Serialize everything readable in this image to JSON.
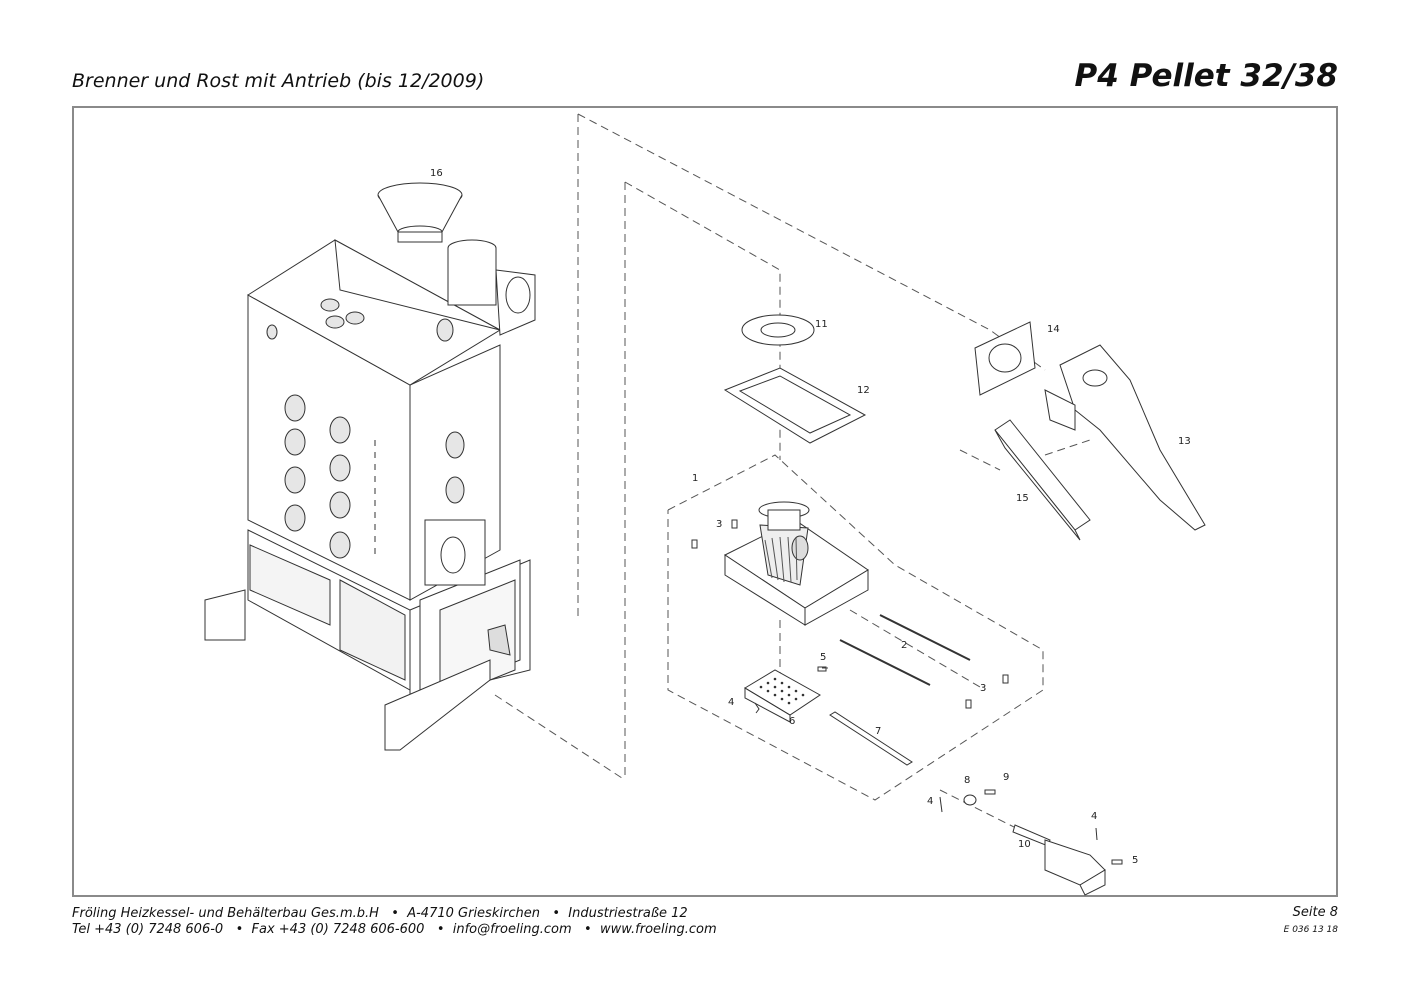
{
  "header": {
    "subtitle": "Brenner und Rost mit Antrieb (bis 12/2009)",
    "title": "P4 Pellet 32/38"
  },
  "part_labels": {
    "p1": "1",
    "p2": "2",
    "p3a": "3",
    "p3b": "3",
    "p4a": "4",
    "p4b": "4",
    "p4c": "4",
    "p5a": "5",
    "p5b": "5",
    "p6": "6",
    "p7": "7",
    "p8": "8",
    "p9": "9",
    "p10": "10",
    "p11": "11",
    "p12": "12",
    "p13": "13",
    "p14": "14",
    "p15": "15",
    "p16": "16"
  },
  "footer": {
    "line1": "Fröling Heizkessel- und Behälterbau Ges.m.b.H   •  A-4710 Grieskirchen   •  Industriestraße 12",
    "line2": "Tel +43 (0) 7248 606-0   •  Fax +43 (0) 7248 606-600   •  info@froeling.com   •  www.froeling.com",
    "page": "Seite 8",
    "code": "E 036 13 18"
  }
}
